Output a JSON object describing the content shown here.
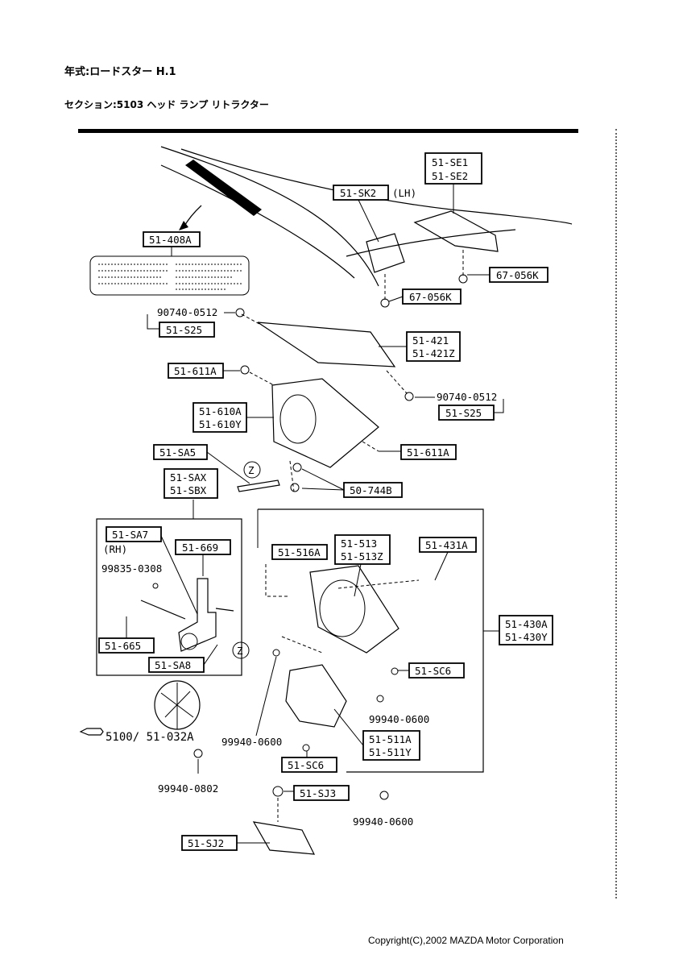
{
  "header": {
    "year_line": "年式:ロードスター H.1",
    "section_line": "セクション:5103  ヘッド ランプ リトラクター"
  },
  "footer": {
    "copyright": "Copyright(C),2002 MAZDA Motor Corporation"
  },
  "parts": {
    "se": [
      "51-SE1",
      "51-SE2"
    ],
    "sk2": "51-SK2",
    "sk2_note": "(LH)",
    "p408a": "51-408A",
    "p67_056k_a": "67-056K",
    "p67_056k_b": "67-056K",
    "p90740_a": "90740-0512",
    "s25_a": "51-S25",
    "p421": [
      "51-421",
      "51-421Z"
    ],
    "p611a_a": "51-611A",
    "p90740_b": "90740-0512",
    "s25_b": "51-S25",
    "p610a": [
      "51-610A",
      "51-610Y"
    ],
    "p611a_b": "51-611A",
    "sa5": "51-SA5",
    "z_a": "Z",
    "sax": [
      "51-SAX",
      "51-SBX"
    ],
    "p744b": "50-744B",
    "sa7": "51-SA7",
    "rh": "(RH)",
    "p669": "51-669",
    "p516a": "51-516A",
    "p513": [
      "51-513",
      "51-513Z"
    ],
    "p431a": "51-431A",
    "p99835": "99835-0308",
    "p430a": [
      "51-430A",
      "51-430Y"
    ],
    "p665": "51-665",
    "z_b": "Z",
    "sa8": "51-SA8",
    "sc6_a": "51-SC6",
    "p99940_0600_a": "99940-0600",
    "p99940_0600_b": "99940-0600",
    "p511a": [
      "51-511A",
      "51-511Y"
    ],
    "ref_5100": "5100/ 51-032A",
    "sc6_b": "51-SC6",
    "p99940_0802": "99940-0802",
    "sj3": "51-SJ3",
    "p99940_0600_c": "99940-0600",
    "sj2": "51-SJ2"
  }
}
